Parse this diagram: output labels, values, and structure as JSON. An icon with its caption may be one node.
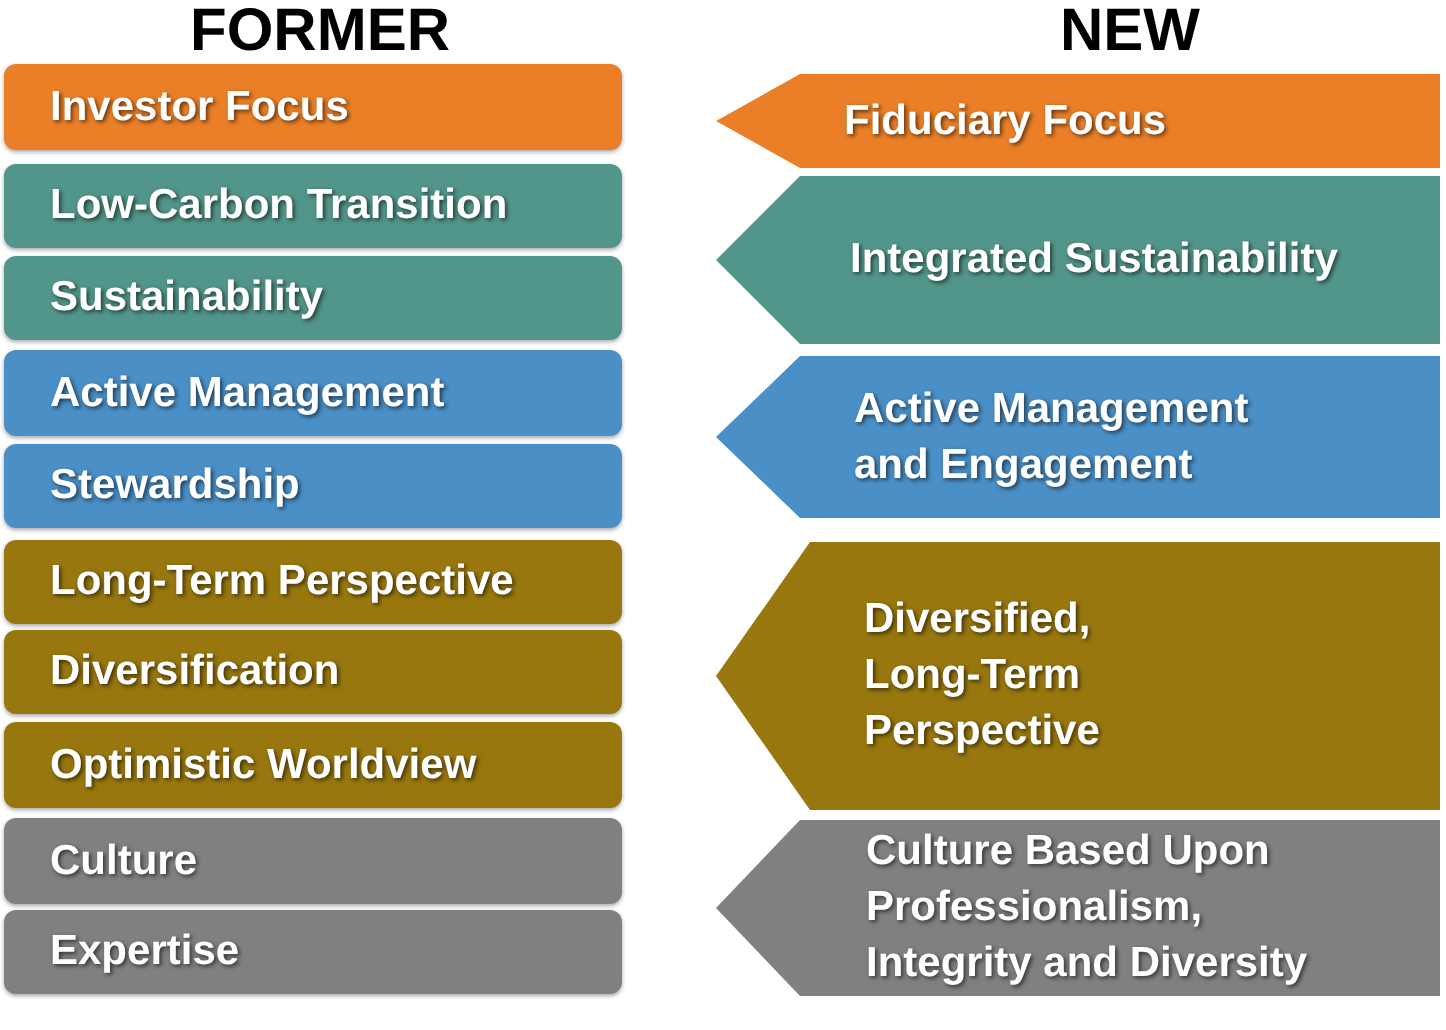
{
  "diagram": {
    "nodes": [
      {
        "text": [
          "Investor Focus"
        ]
      },
      {
        "text": [
          "Low-Carbon Transition"
        ]
      },
      {
        "text": [
          "Sustainability"
        ]
      },
      {
        "text": [
          "Active Management"
        ]
      },
      {
        "text": [
          "Stewardship"
        ]
      },
      {
        "text": [
          "Long-Term Perspective"
        ]
      },
      {
        "text": [
          "Diversification"
        ]
      },
      {
        "text": [
          "Optimistic Worldview"
        ]
      },
      {
        "text": [
          "Culture"
        ]
      },
      {
        "text": [
          "Expertise"
        ]
      },
      {
        "text": [
          "Fiduciary Focus"
        ]
      },
      {
        "text": [
          "Integrated Sustainability"
        ]
      },
      {
        "text": [
          "Active Management and Engagement"
        ]
      },
      {
        "text": [
          "Diversified, Long-Term Perspective"
        ]
      },
      {
        "text": [
          "Culture Based Upon Professionalism, Integrity and Diversity"
        ]
      }
    ],
    "labels": [
      "FORMER",
      "NEW"
    ]
  }
}
